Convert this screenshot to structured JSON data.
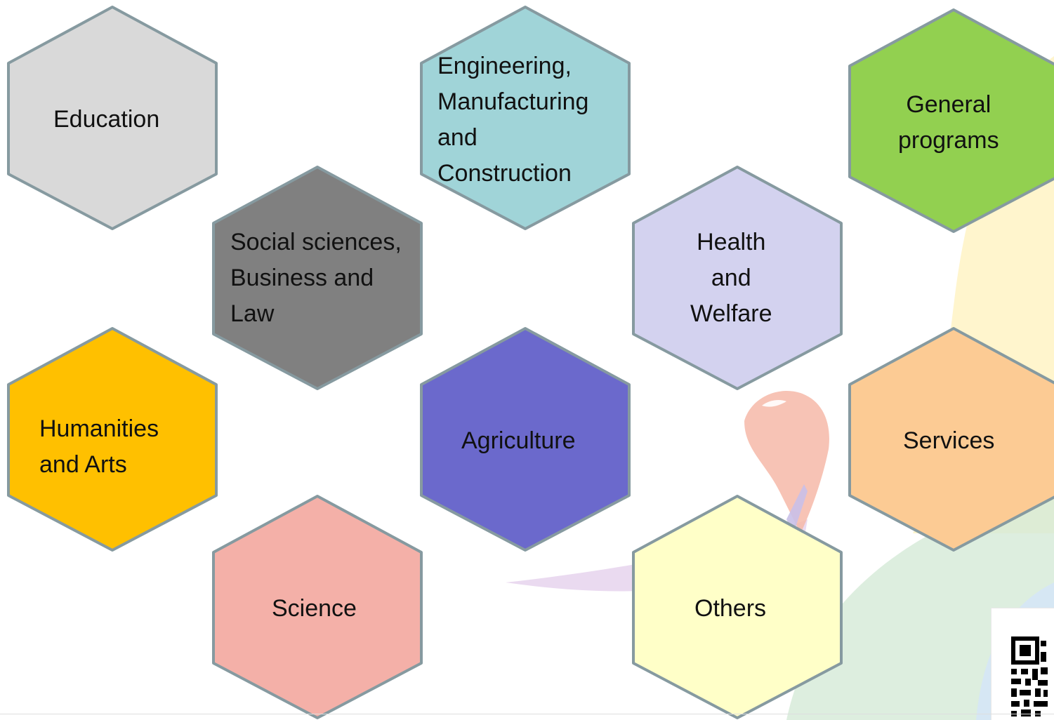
{
  "categories": [
    {
      "name": "Education",
      "lines": [
        "Education"
      ],
      "fill": "#d9d9d9"
    },
    {
      "name": "Engineering, Manufacturing and Construction",
      "lines": [
        "Engineering,",
        "Manufacturing",
        "and",
        "Construction"
      ],
      "fill": "#a0d4d8"
    },
    {
      "name": "General programs",
      "lines": [
        "General",
        "programs"
      ],
      "fill": "#92d050"
    },
    {
      "name": "Social sciences, Business and Law",
      "lines": [
        "Social sciences,",
        "Business and",
        "Law"
      ],
      "fill": "#808080"
    },
    {
      "name": "Health and Welfare",
      "lines": [
        "Health",
        "and",
        "Welfare"
      ],
      "fill": "#d3d2ef"
    },
    {
      "name": "Humanities and Arts",
      "lines": [
        "Humanities",
        "and Arts"
      ],
      "fill": "#ffc000"
    },
    {
      "name": "Agriculture",
      "lines": [
        "Agriculture"
      ],
      "fill": "#6b69cc"
    },
    {
      "name": "Services",
      "lines": [
        "Services"
      ],
      "fill": "#fccb94"
    },
    {
      "name": "Science",
      "lines": [
        "Science"
      ],
      "fill": "#f4b0a8"
    },
    {
      "name": "Others",
      "lines": [
        "Others"
      ],
      "fill": "#ffffc8"
    }
  ],
  "hexagon_outline_color": "#869aa0",
  "decorations": {
    "background_logo": "bird-logo",
    "corner_code": "qr-code-icon"
  }
}
